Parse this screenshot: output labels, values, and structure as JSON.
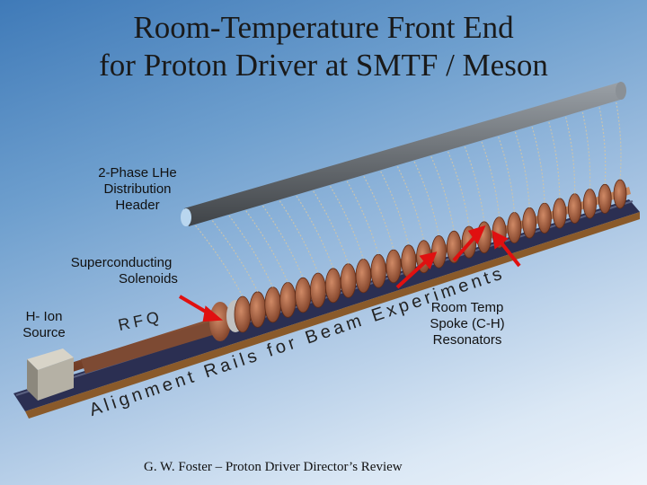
{
  "slide": {
    "title_line1": "Room-Temperature Front End",
    "title_line2": "for Proton Driver at SMTF / Meson",
    "labels": {
      "header_line1": "2-Phase LHe",
      "header_line2": "Distribution",
      "header_line3": "Header",
      "solenoids_line1": "Superconducting",
      "solenoids_line2": "Solenoids",
      "source_line1": "H-  Ion",
      "source_line2": "Source",
      "rfq": "RFQ",
      "resonators_line1": "Room Temp",
      "resonators_line2": "Spoke (C-H)",
      "resonators_line3": "Resonators",
      "rails": "Alignment Rails for Beam Experiments"
    },
    "footer": "G. W. Foster – Proton Driver Director’s Review",
    "colors": {
      "arrow": "#e01010",
      "header_pipe": "#6b7075",
      "cavity": "#a0583a",
      "rail": "#2b2f52"
    }
  }
}
